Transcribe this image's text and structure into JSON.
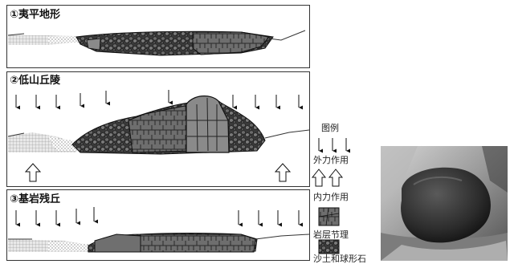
{
  "panels": [
    {
      "label": "①夷平地形"
    },
    {
      "label": "②低山丘陵"
    },
    {
      "label": "③基岩残丘"
    }
  ],
  "legend": {
    "title": "图例",
    "items": [
      {
        "label": "外力作用",
        "icon": "down-arrows-icon"
      },
      {
        "label": "内力作用",
        "icon": "up-arrows-icon"
      },
      {
        "label": "岩层节理",
        "icon": "jointed-rock-icon"
      },
      {
        "label": "沙土和球形石",
        "icon": "sand-and-boulder-icon"
      }
    ]
  },
  "photo": {
    "subject": "weathered spherical boulder"
  }
}
